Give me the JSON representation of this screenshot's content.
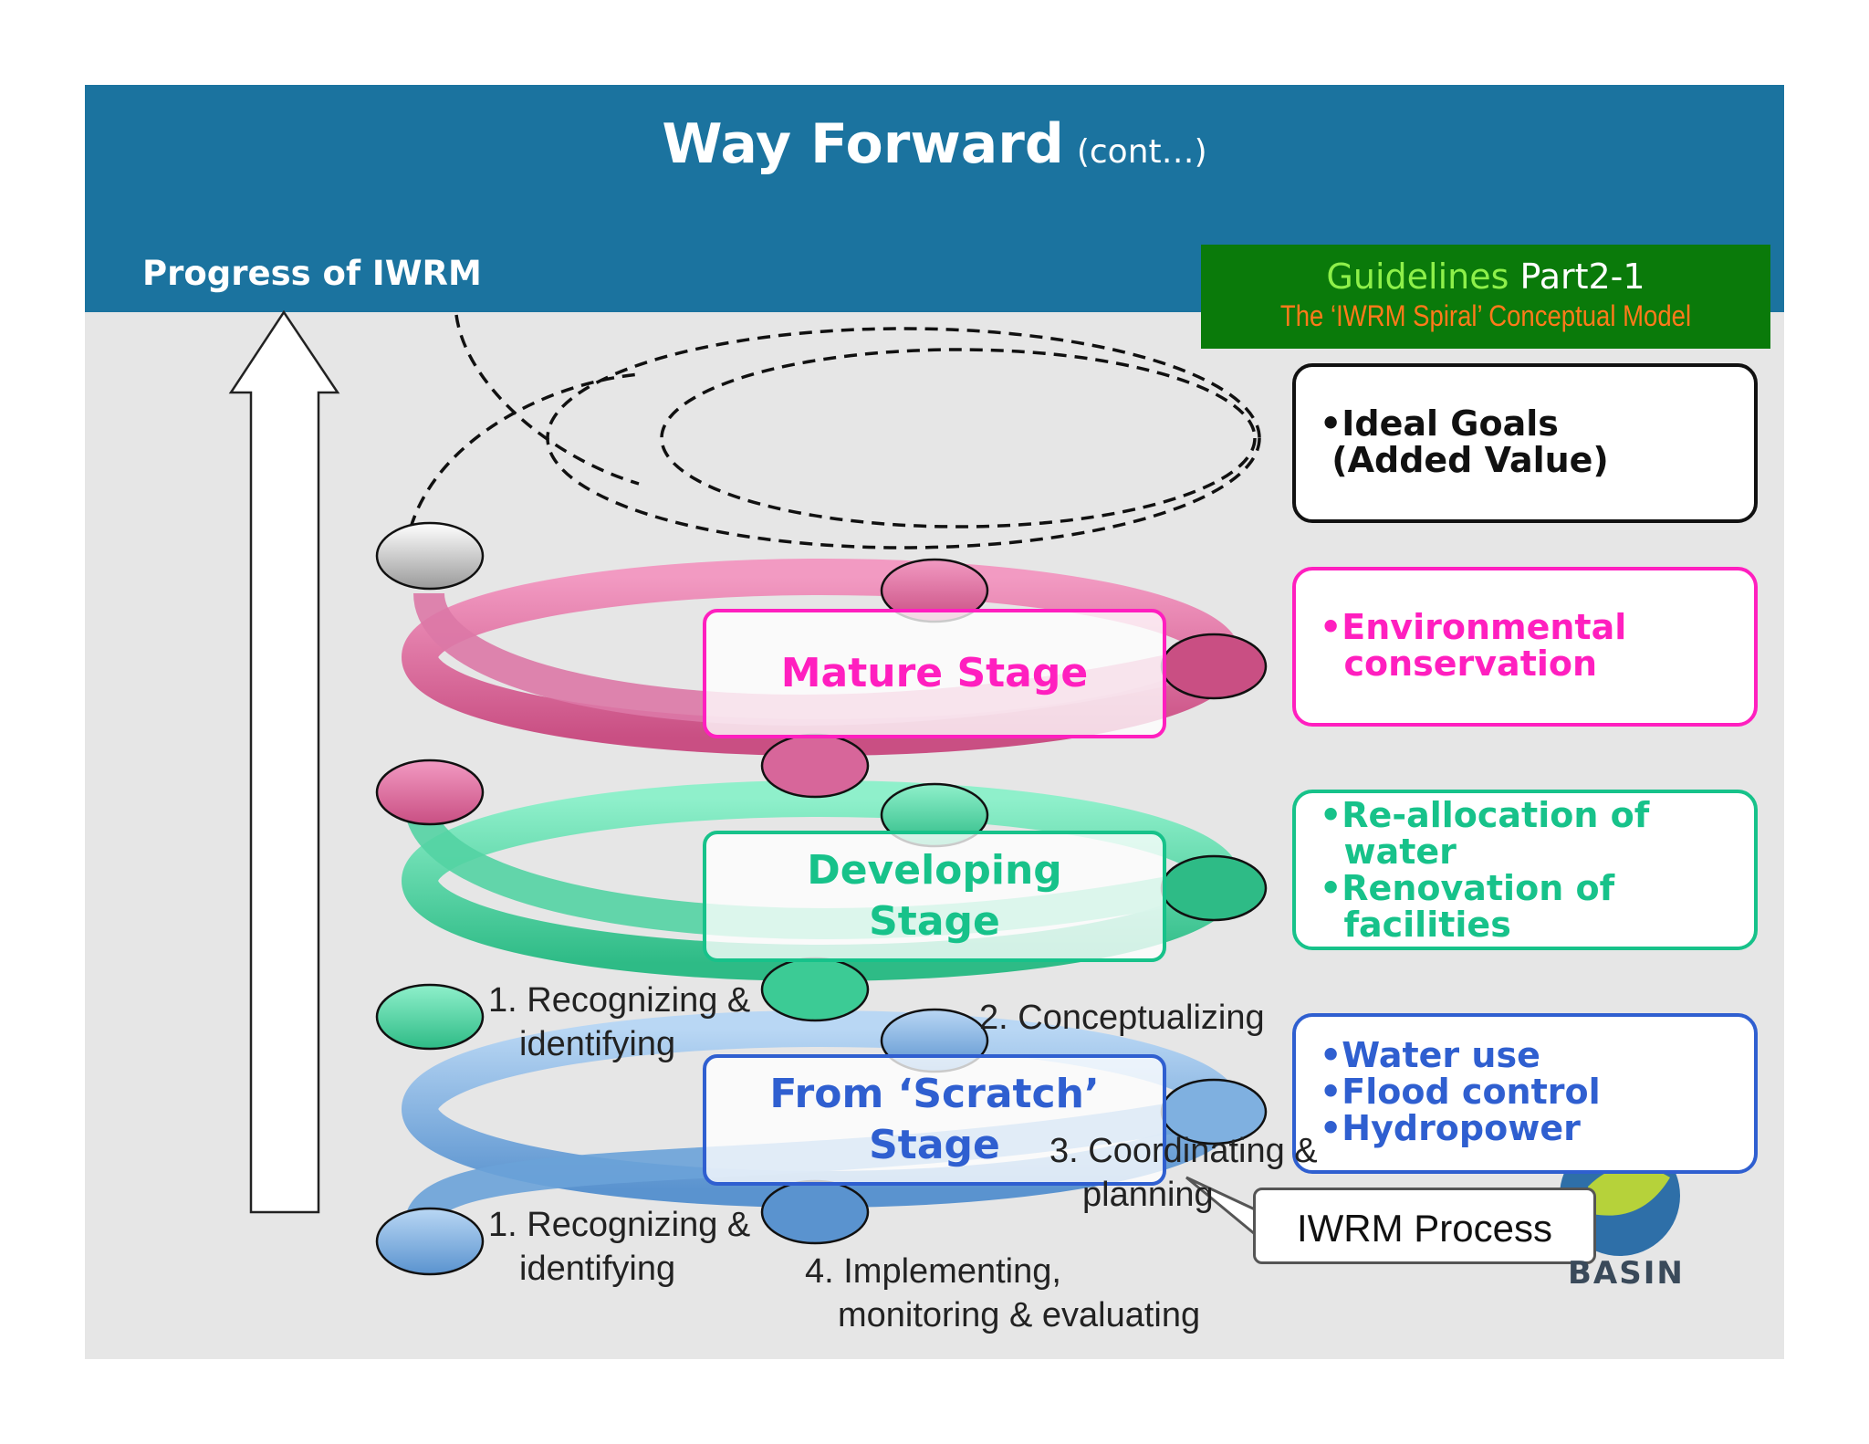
{
  "title": {
    "main": "Way Forward",
    "sub": "(cont…)"
  },
  "progress_label": "Progress of IWRM",
  "guidelines": {
    "line1_a": "Guidelines",
    "line1_b": "Part2-1",
    "line2": "The ‘IWRM Spiral’ Conceptual Model"
  },
  "stages": {
    "mature": "Mature Stage",
    "developing_1": "Developing",
    "developing_2": "Stage",
    "scratch_1": "From ‘Scratch’",
    "scratch_2": "Stage"
  },
  "side_boxes": {
    "ideal": [
      "•Ideal Goals",
      " (Added Value)"
    ],
    "environmental": [
      "•Environmental",
      "  conservation"
    ],
    "reallocation": [
      "•Re-allocation of",
      "  water",
      "•Renovation of",
      "  facilities"
    ],
    "water": [
      "•Water use",
      "•Flood control",
      "•Hydropower"
    ]
  },
  "process_labels": {
    "recognizing_upper_1": "1. Recognizing &",
    "recognizing_upper_2": "identifying",
    "conceptualizing": "2. Conceptualizing",
    "coordinating_1": "3. Coordinating &",
    "coordinating_2": "planning",
    "recognizing_lower_1": "1. Recognizing &",
    "recognizing_lower_2": "identifying",
    "implementing_1": "4. Implementing,",
    "implementing_2": "monitoring & evaluating"
  },
  "callout": "IWRM Process",
  "logo_text": "BASIN",
  "colors": {
    "header": "#1b739f",
    "mature": "#ff1fbf",
    "developing": "#17c28a",
    "scratch": "#2f5fd0",
    "pink_ring": "#d9709a",
    "green_ring": "#4ecf9f",
    "blue_ring": "#6aa2d8"
  }
}
